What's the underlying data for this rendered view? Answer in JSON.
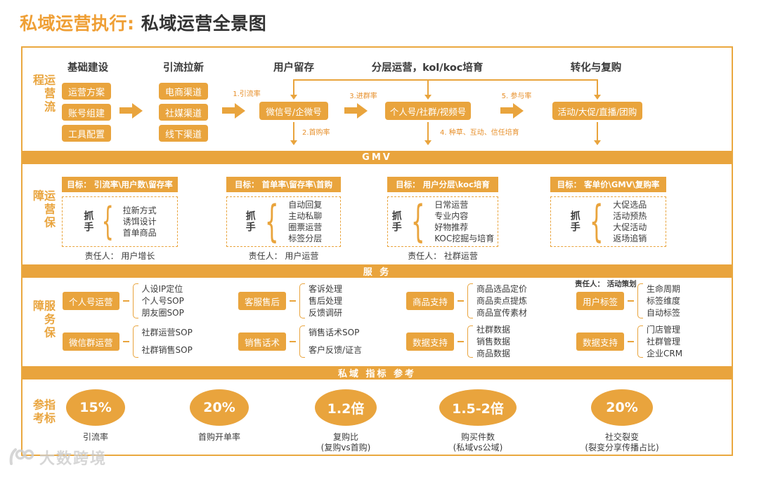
{
  "page_title": {
    "prefix": "私域运营执行:",
    "main": "私域运营全景图"
  },
  "colors": {
    "accent": "#E9A43D",
    "title_accent": "#EF9F35",
    "text_dark": "#3B3B3B",
    "label_orange": "#E78F2A",
    "watermark_gray": "#CDCDCD"
  },
  "glyphs": {
    "brace": "{"
  },
  "flow": {
    "section_label": "运营流程",
    "columns": [
      {
        "header": "基础建设",
        "boxes": [
          "运营方案",
          "账号组建",
          "工具配置"
        ]
      },
      {
        "header": "引流拉新",
        "boxes": [
          "电商渠道",
          "社媒渠道",
          "线下渠道"
        ]
      },
      {
        "header": "用户留存",
        "boxes": [
          "微信号/企微号"
        ]
      },
      {
        "header": "分层运营，kol/koc培育",
        "boxes": [
          "个人号/社群/视频号"
        ]
      },
      {
        "header": "转化与复购",
        "boxes": [
          "活动/大促/直播/团购"
        ]
      }
    ],
    "arrow_labels": {
      "a1": "1.引流率",
      "a2": "2.首购率",
      "a3": "3.进群率",
      "a4": "4. 种草、互动、信任培育",
      "a5": "5. 参与率"
    }
  },
  "gmv_bar": "GMV",
  "assurance": {
    "section_label": "运营保障",
    "grip_label": "抓手",
    "columns": [
      {
        "goal": "目标： 引流率\\用户数\\留存率",
        "items": [
          "拉新方式",
          "诱饵设计",
          "首单商品"
        ],
        "owner": "责任人： 用户增长"
      },
      {
        "goal": "目标： 首单率\\留存率\\首购",
        "items": [
          "自动回复",
          "主动私聊",
          "圈票运营",
          "标签分层"
        ],
        "owner": "责任人： 用户运营"
      },
      {
        "goal": "目标： 用户分层\\koc培育",
        "items": [
          "日常运营",
          "专业内容",
          "好物推荐",
          "KOC挖掘与培育"
        ],
        "owner": "责任人： 社群运营"
      },
      {
        "goal": "目标： 客单价\\GMV\\复购率",
        "items": [
          "大促选品",
          "活动预热",
          "大促活动",
          "返场追销"
        ],
        "owner": ""
      }
    ]
  },
  "service_bar": "服 务",
  "service": {
    "section_label": "服务保障",
    "owner_note": "责任人： 活动策划",
    "cells": [
      {
        "box": "个人号运营",
        "items": [
          "人设IP定位",
          "个人号SOP",
          "朋友圈SOP"
        ]
      },
      {
        "box": "客服售后",
        "items": [
          "客诉处理",
          "售后处理",
          "反馈调研"
        ]
      },
      {
        "box": "商品支持",
        "items": [
          "商品选品定价",
          "商品卖点提炼",
          "商品宣传素材"
        ]
      },
      {
        "box": "用户标签",
        "items": [
          "生命周期",
          "标签维度",
          "自动标签"
        ]
      },
      {
        "box": "微信群运营",
        "items": [
          "社群运营SOP",
          "社群销售SOP"
        ]
      },
      {
        "box": "销售话术",
        "items": [
          "销售话术SOP",
          "客户反馈/证言"
        ]
      },
      {
        "box": "数据支持",
        "items": [
          "社群数据",
          "销售数据",
          "商品数据"
        ]
      },
      {
        "box": "数据支持",
        "items": [
          "门店管理",
          "社群管理",
          "企业CRM"
        ]
      }
    ]
  },
  "metrics_bar": "私域 指标 参考",
  "metrics": {
    "section_label": "指标参考",
    "items": [
      {
        "value": "15%",
        "label": "引流率",
        "sub": ""
      },
      {
        "value": "20%",
        "label": "首购开单率",
        "sub": ""
      },
      {
        "value": "1.2倍",
        "label": "复购比",
        "sub": "(复购vs首购)"
      },
      {
        "value": "1.5-2倍",
        "label": "购买件数",
        "sub": "(私域vs公域)"
      },
      {
        "value": "20%",
        "label": "社交裂变",
        "sub": "(裂变分享传播占比)"
      }
    ]
  },
  "watermark": "大数跨境"
}
